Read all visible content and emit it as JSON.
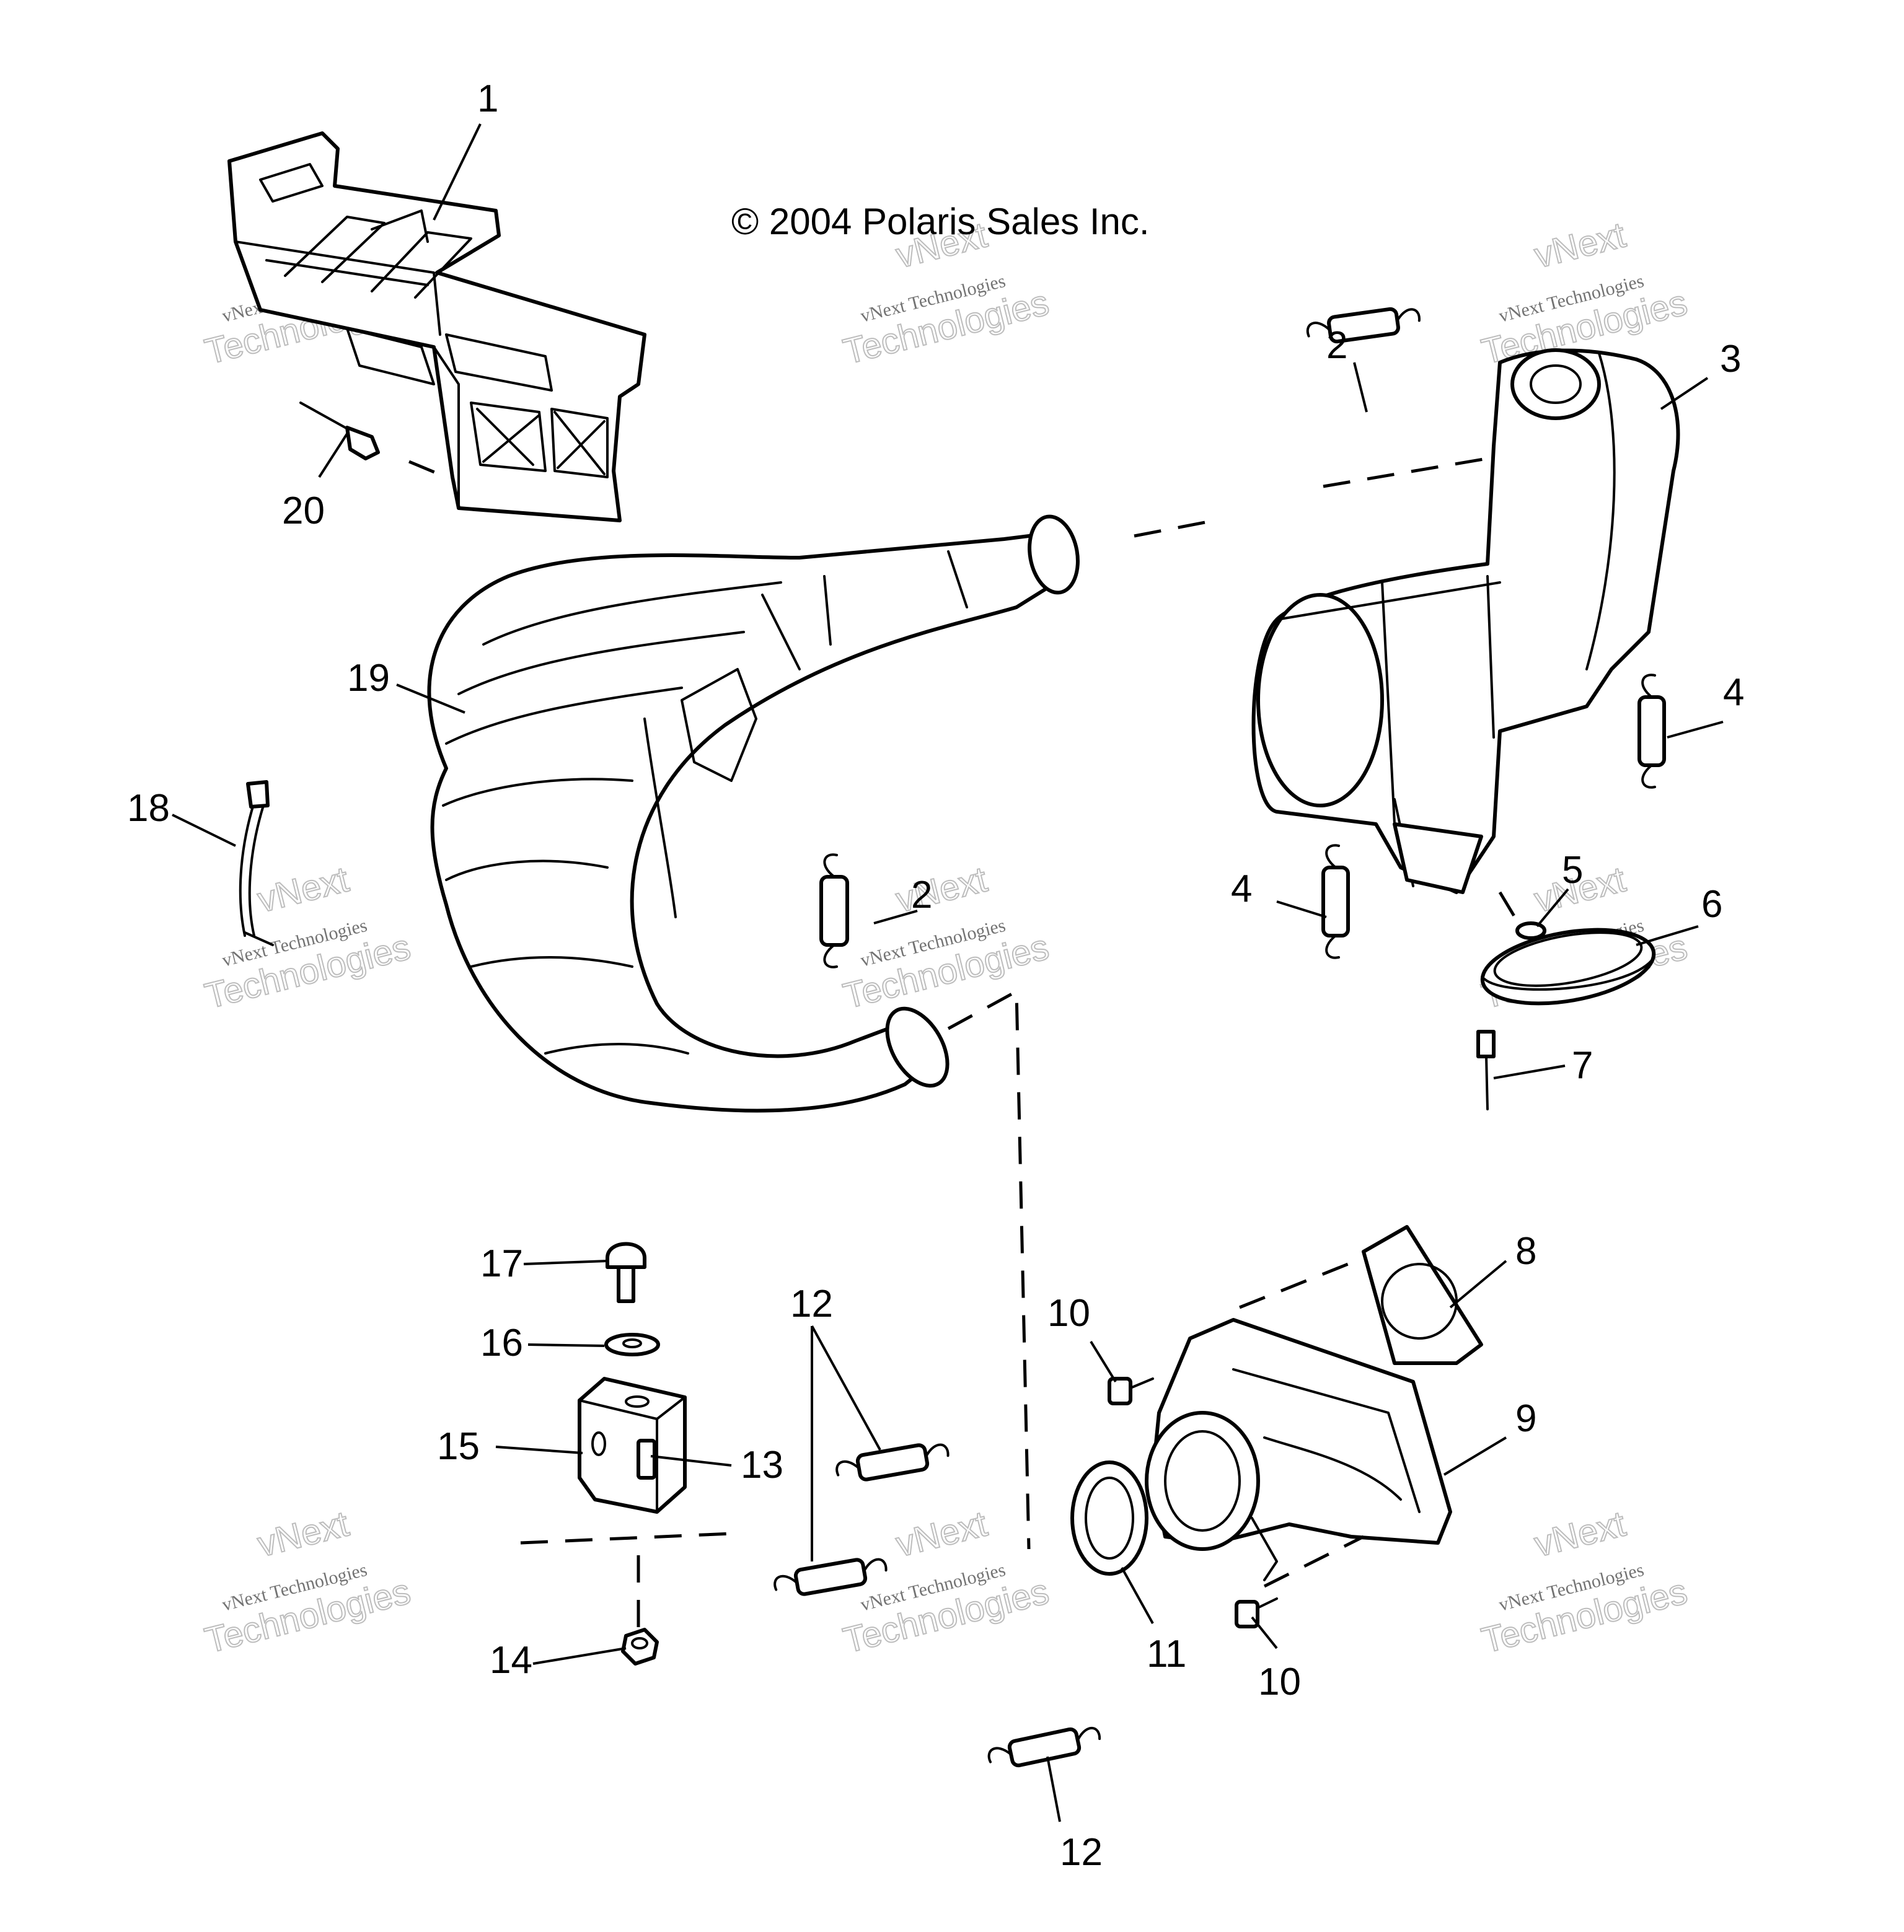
{
  "copyright": "© 2004 Polaris Sales Inc.",
  "watermark": {
    "line1": "vNext Technologies",
    "line2": "vNext",
    "line3": "Technologies"
  },
  "callouts": [
    "1",
    "2",
    "3",
    "2",
    "4",
    "4",
    "5",
    "6",
    "7",
    "8",
    "9",
    "10",
    "10",
    "11",
    "12",
    "12",
    "13",
    "14",
    "15",
    "16",
    "17",
    "18",
    "19",
    "20"
  ]
}
